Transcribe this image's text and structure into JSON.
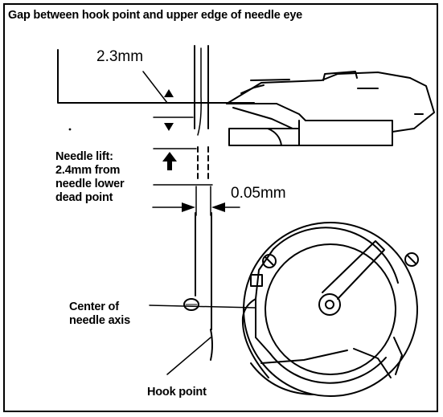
{
  "title": "Gap between hook point and upper edge of needle eye",
  "labels": {
    "gap_value": "2.3mm",
    "clearance_value": "0.05mm",
    "needle_lift": "Needle lift:\n2.4mm from\nneedle lower\ndead point",
    "needle_axis": "Center of\nneedle axis",
    "hook_point": "Hook point"
  },
  "colors": {
    "line": "#000000",
    "background": "#ffffff"
  }
}
